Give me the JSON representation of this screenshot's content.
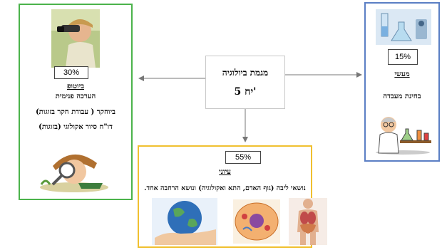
{
  "center": {
    "title": "מגמת ביולוגיה",
    "grade": "5 יח'"
  },
  "left": {
    "percent": "30%",
    "heading": "ביוטופ",
    "line1": "הערכה פנימית",
    "line2": "ביוחקר ( עבודת חקר בזוגות)",
    "line3": "דו\"ח סיור אקולוגי (בזוגות)"
  },
  "right": {
    "percent": "15%",
    "heading": "מעשי",
    "line1": "בחינת מעבדה"
  },
  "bottom": {
    "percent": "55%",
    "heading": "עיוני",
    "line1": "נושאי ליבה (גוף האדם, התא ואקולוגיה) ונושא הרחבה אחד."
  },
  "colors": {
    "left_border": "#4bb34b",
    "right_border": "#5b7fc4",
    "bottom_border": "#f0c030",
    "arrow": "#777777"
  },
  "icons": [
    "boy-binoculars-image",
    "boy-magnifier-image",
    "lab-flask-image",
    "scientist-image",
    "earth-in-hand-image",
    "cell-image",
    "human-anatomy-image"
  ]
}
